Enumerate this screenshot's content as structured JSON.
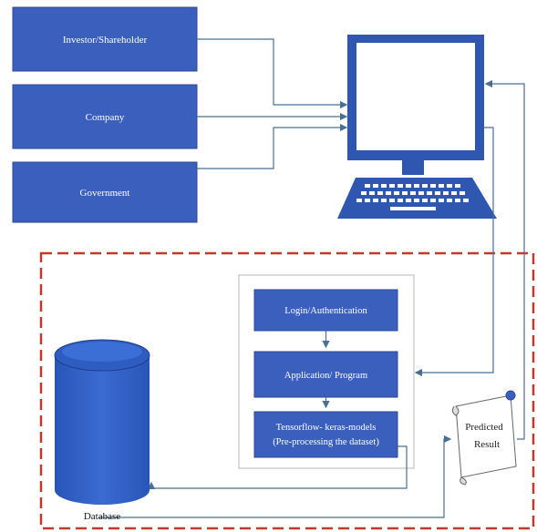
{
  "actors": [
    {
      "label": "Investor/Shareholder"
    },
    {
      "label": "Company"
    },
    {
      "label": "Government"
    }
  ],
  "pipeline": {
    "steps": [
      {
        "lines": [
          "Login/Authentication"
        ]
      },
      {
        "lines": [
          "Application/ Program"
        ]
      },
      {
        "lines": [
          "Tensorflow- keras-models",
          "(Pre-processing the dataset)"
        ]
      }
    ]
  },
  "outputs": {
    "predicted_result": [
      "Predicted",
      "Result"
    ],
    "database": "Database"
  },
  "colors": {
    "box_fill": "#3a5fbd",
    "box_border": "#2c4a96",
    "arrow": "#4a6f96",
    "dashed_border": "#c0392b",
    "monitor": "#2f56b0",
    "database": "#2f5cc0"
  },
  "icons": {
    "computer": "desktop-computer-icon",
    "database": "database-cylinder-icon",
    "document": "scroll-document-icon"
  }
}
